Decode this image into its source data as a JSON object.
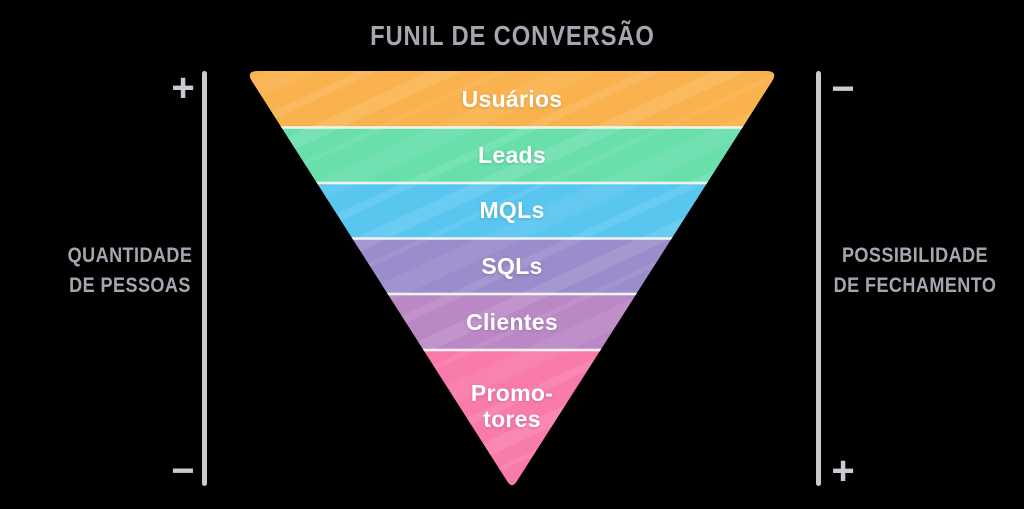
{
  "title": "FUNIL DE CONVERSÃO",
  "colors": {
    "background": "#000000",
    "axis": "#C9CBD1",
    "label": "#A4A7B0",
    "stagetext": "#FFFFFF",
    "separator": "#F2F5F1"
  },
  "funnel": {
    "stages": [
      {
        "label": "Usuários",
        "color": "#F9B24E"
      },
      {
        "label": "Leads",
        "color": "#69DFAC"
      },
      {
        "label": "MQLs",
        "color": "#59C6F0"
      },
      {
        "label": "SQLs",
        "color": "#9B8CCB"
      },
      {
        "label": "Clientes",
        "color": "#BB88C6"
      },
      {
        "label": "Promo-tores",
        "lines": [
          "Promo-",
          "tores"
        ],
        "color": "#F97BAB"
      }
    ]
  },
  "left_axis": {
    "top_sign": "+",
    "bottom_sign": "−",
    "caption_line1": "QUANTIDADE",
    "caption_line2": "DE PESSOAS"
  },
  "right_axis": {
    "top_sign": "−",
    "bottom_sign": "+",
    "caption_line1": "POSSIBILIDADE",
    "caption_line2": "DE FECHAMENTO"
  }
}
